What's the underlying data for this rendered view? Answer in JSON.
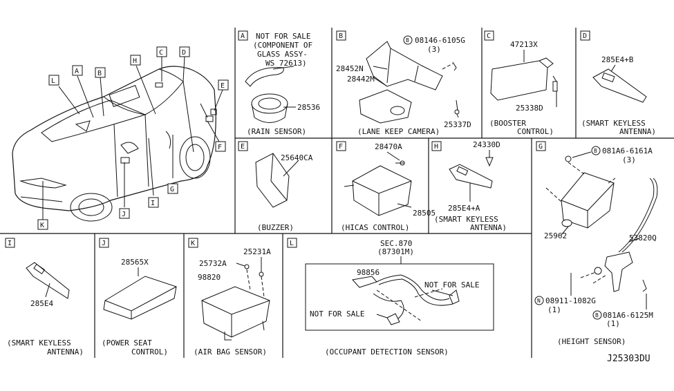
{
  "diagram_id": "J25303DU",
  "callouts": [
    "L",
    "A",
    "B",
    "H",
    "C",
    "D",
    "E",
    "F",
    "G",
    "I",
    "J",
    "K"
  ],
  "sections": {
    "A": {
      "letter": "A",
      "note": [
        "NOT FOR SALE",
        "(COMPONENT OF",
        "GLASS ASSY-",
        "WS 72613)"
      ],
      "parts": [
        "28536"
      ],
      "caption": "(RAIN SENSOR)"
    },
    "B": {
      "letter": "B",
      "bolt": "08146-6105G",
      "bolt_qty": "(3)",
      "parts": [
        "28452N",
        "28442M",
        "25337D"
      ],
      "caption": "(LANE KEEP CAMERA)"
    },
    "C": {
      "letter": "C",
      "parts": [
        "47213X",
        "25338D"
      ],
      "caption": [
        "(BOOSTER",
        "CONTROL)"
      ]
    },
    "D": {
      "letter": "D",
      "parts": [
        "285E4+B"
      ],
      "caption": [
        "(SMART KEYLESS",
        "ANTENNA)"
      ]
    },
    "E": {
      "letter": "E",
      "parts": [
        "25640CA"
      ],
      "caption": "(BUZZER)"
    },
    "F": {
      "letter": "F",
      "parts": [
        "28470A",
        "28505"
      ],
      "caption": "(HICAS CONTROL)"
    },
    "H": {
      "letter": "H",
      "parts": [
        "24330D",
        "285E4+A"
      ],
      "caption": [
        "(SMART KEYLESS",
        "ANTENNA)"
      ]
    },
    "G": {
      "letter": "G",
      "bolt1": "081A6-6161A",
      "bolt1_qty": "(3)",
      "parts": [
        "25962",
        "53820Q"
      ],
      "nut": "08911-1082G",
      "nut_qty": "(1)",
      "bolt2": "081A6-6125M",
      "bolt2_qty": "(1)",
      "caption": "(HEIGHT SENSOR)"
    },
    "I": {
      "letter": "I",
      "parts": [
        "285E4"
      ],
      "caption": [
        "(SMART KEYLESS",
        "ANTENNA)"
      ]
    },
    "J": {
      "letter": "J",
      "parts": [
        "28565X"
      ],
      "caption": [
        "(POWER SEAT",
        "CONTROL)"
      ]
    },
    "K": {
      "letter": "K",
      "parts": [
        "25732A",
        "25231A",
        "98820"
      ],
      "caption": "(AIR BAG SENSOR)"
    },
    "L": {
      "letter": "L",
      "sec": "SEC.870",
      "sec_sub": "(87301M)",
      "parts": [
        "98856"
      ],
      "nfs1": "NOT FOR SALE",
      "nfs2": "NOT FOR SALE",
      "caption": "(OCCUPANT DETECTION SENSOR)"
    }
  },
  "circle_b": "B",
  "circle_n": "N"
}
